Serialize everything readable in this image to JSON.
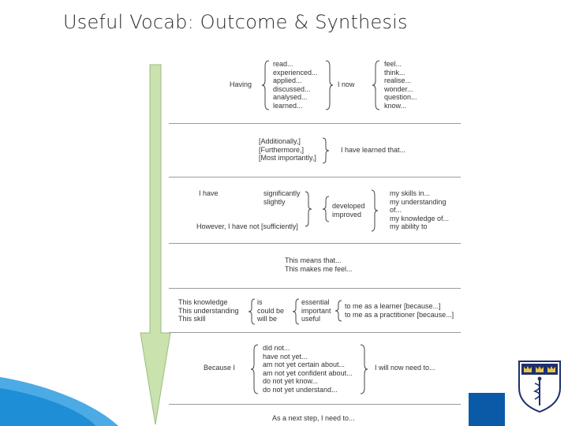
{
  "title": "Useful Vocab: Outcome & Synthesis",
  "colors": {
    "arrow_fill": "#c9e2ae",
    "arrow_stroke": "#9dbb80",
    "swoosh": "#1e8fd6",
    "swoosh_dark": "#0b5aa8",
    "crest_navy": "#1f2f6e"
  },
  "rows": {
    "r1": {
      "having": "Having",
      "verbs": [
        "read...",
        "experienced...",
        "applied...",
        "discussed...",
        "analysed...",
        "learned..."
      ],
      "i_now": "I now",
      "feelings": [
        "feel...",
        "think...",
        "realise...",
        "wonder...",
        "question...",
        "know..."
      ]
    },
    "r2": {
      "connectives": [
        "[Additionally,]",
        "[Furthermore,]",
        "[Most importantly,]"
      ],
      "learned": "I have learned that..."
    },
    "r3": {
      "i_have": "I have",
      "degree": [
        "significantly",
        "slightly"
      ],
      "developed": [
        "developed",
        "improved"
      ],
      "however": "However, I have not [sufficiently]",
      "skills": [
        "my skills in...",
        "my understanding",
        "of...",
        "my knowledge of...",
        "my ability to"
      ]
    },
    "r4": {
      "lines": [
        "This means that...",
        "This makes me feel..."
      ]
    },
    "r5": {
      "subjects": [
        "This knowledge",
        "This understanding",
        "This skill"
      ],
      "modals": [
        "is",
        "could be",
        "will be"
      ],
      "qualities": [
        "essential",
        "important",
        "useful"
      ],
      "contexts": [
        "to me as a learner [because...]",
        "to me as a practitioner [because...]"
      ]
    },
    "r6": {
      "because": "Because I",
      "reasons": [
        "did not...",
        "have not yet...",
        "am not yet certain about...",
        "am not yet confident about...",
        "do not yet know...",
        "do not yet understand..."
      ],
      "need": "I will now need to..."
    },
    "r7": {
      "next": "As a next step, I need to..."
    }
  }
}
